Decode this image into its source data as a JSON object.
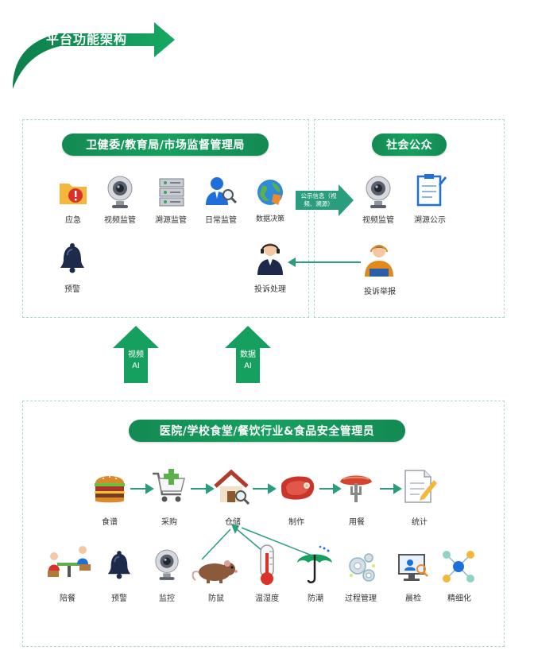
{
  "header": {
    "title": "平台功能架构"
  },
  "gov_panel": {
    "title": "卫健委/教育局/市场监督管理局",
    "items": [
      "应急",
      "视频监管",
      "溯源监管",
      "日常监管",
      "数据决策"
    ],
    "alert_label": "预警",
    "complaint_label": "投诉处理"
  },
  "public_panel": {
    "title": "社会公众",
    "items": [
      "视频监管",
      "溯源公示"
    ],
    "report_label": "投诉举报",
    "arrow_label": "公示信息（视频、溯源）"
  },
  "up_arrows": [
    {
      "line1": "视频",
      "line2": "AI"
    },
    {
      "line1": "数据",
      "line2": "AI"
    }
  ],
  "bottom_panel": {
    "title": "医院/学校食堂/餐饮行业&食品安全管理员",
    "flow": [
      "食谱",
      "采购",
      "仓储",
      "制作",
      "用餐",
      "统计"
    ],
    "tools": [
      "陪餐",
      "预警",
      "监控",
      "防鼠",
      "温湿度",
      "防潮",
      "过程管理",
      "晨检",
      "精细化"
    ]
  },
  "colors": {
    "green": "#16a05f",
    "dark_green": "#0d6e43",
    "blue": "#1e6fd9",
    "teal_arrow": "#2a9d7e"
  }
}
